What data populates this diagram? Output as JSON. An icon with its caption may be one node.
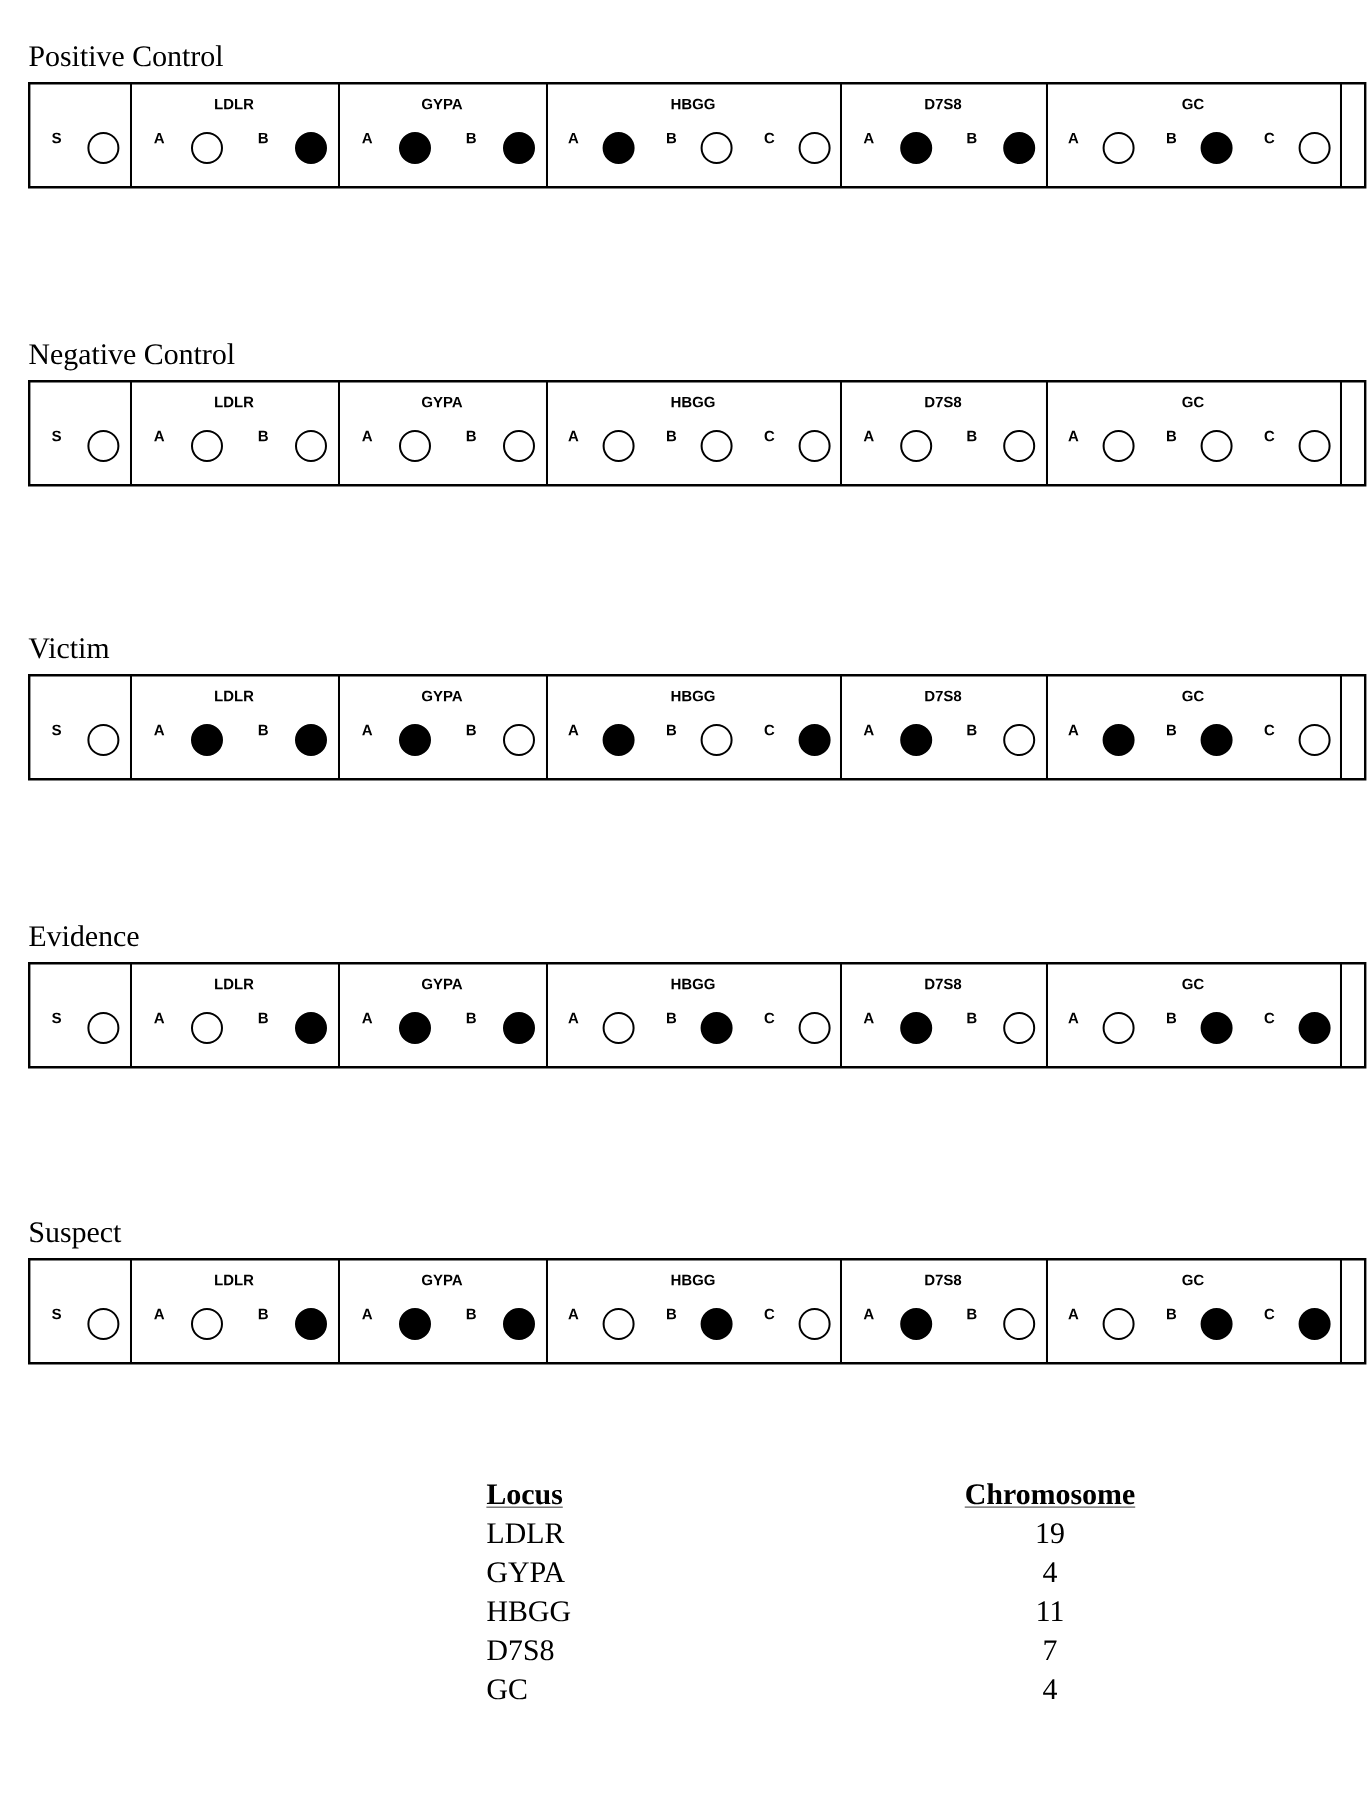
{
  "diagram": {
    "nodes": [
      {
        "text": [
          "Positive Control"
        ]
      },
      {
        "text": [
          "S"
        ],
        "in": 0
      },
      {
        "text": [],
        "shape": "circle",
        "in": 1
      },
      {
        "text": [
          "LDLR",
          "A",
          "B"
        ],
        "in": 0
      },
      {
        "text": [],
        "shape": "circle",
        "in": 3
      },
      {
        "text": [],
        "shape": "dot",
        "in": 3
      },
      {
        "text": [
          "GYPA",
          "A",
          "B"
        ],
        "in": 0
      },
      {
        "text": [],
        "shape": "dot",
        "in": 6
      },
      {
        "text": [],
        "shape": "dot",
        "in": 6
      },
      {
        "text": [
          "HBGG",
          "A",
          "B",
          "C"
        ],
        "in": 0
      },
      {
        "text": [],
        "shape": "dot",
        "in": 9
      },
      {
        "text": [],
        "shape": "circle",
        "in": 9
      },
      {
        "text": [],
        "shape": "circle",
        "in": 9
      },
      {
        "text": [
          "D7S8",
          "A",
          "B"
        ],
        "in": 0
      },
      {
        "text": [],
        "shape": "dot",
        "in": 13
      },
      {
        "text": [],
        "shape": "dot",
        "in": 13
      },
      {
        "text": [
          "GC",
          "A",
          "B",
          "C"
        ],
        "in": 0
      },
      {
        "text": [],
        "shape": "circle",
        "in": 16
      },
      {
        "text": [],
        "shape": "dot",
        "in": 16
      },
      {
        "text": [],
        "shape": "circle",
        "in": 16
      },
      {
        "text": [],
        "shape": "box",
        "in": 0
      },
      {
        "text": [
          "Negative Control"
        ]
      },
      {
        "text": [
          "S"
        ],
        "in": 21
      },
      {
        "text": [],
        "shape": "circle",
        "in": 22
      },
      {
        "text": [
          "LDLR",
          "A",
          "B"
        ],
        "in": 21
      },
      {
        "text": [],
        "shape": "circle",
        "in": 24
      },
      {
        "text": [],
        "shape": "circle",
        "in": 24
      },
      {
        "text": [
          "GYPA",
          "A",
          "B"
        ],
        "in": 21
      },
      {
        "text": [],
        "shape": "circle",
        "in": 27
      },
      {
        "text": [],
        "shape": "circle",
        "in": 27
      },
      {
        "text": [
          "HBGG",
          "A",
          "B",
          "C"
        ],
        "in": 21
      },
      {
        "text": [],
        "shape": "circle",
        "in": 30
      },
      {
        "text": [],
        "shape": "circle",
        "in": 30
      },
      {
        "text": [],
        "shape": "circle",
        "in": 30
      },
      {
        "text": [
          "D7S8",
          "A",
          "B"
        ],
        "in": 21
      },
      {
        "text": [],
        "shape": "circle",
        "in": 34
      },
      {
        "text": [],
        "shape": "circle",
        "in": 34
      },
      {
        "text": [
          "GC",
          "A",
          "B",
          "C"
        ],
        "in": 21
      },
      {
        "text": [],
        "shape": "circle",
        "in": 37
      },
      {
        "text": [],
        "shape": "circle",
        "in": 37
      },
      {
        "text": [],
        "shape": "circle",
        "in": 37
      },
      {
        "text": [],
        "shape": "box",
        "in": 21
      },
      {
        "text": [
          "Victim"
        ]
      },
      {
        "text": [
          "S"
        ],
        "in": 42
      },
      {
        "text": [],
        "shape": "circle",
        "in": 43
      },
      {
        "text": [
          "LDLR",
          "A",
          "B"
        ],
        "in": 42
      },
      {
        "text": [],
        "shape": "dot",
        "in": 45
      },
      {
        "text": [],
        "shape": "dot",
        "in": 45
      },
      {
        "text": [
          "GYPA",
          "A",
          "B"
        ],
        "in": 42
      },
      {
        "text": [],
        "shape": "dot",
        "in": 48
      },
      {
        "text": [],
        "shape": "circle",
        "in": 48
      },
      {
        "text": [
          "HBGG",
          "A",
          "B",
          "C"
        ],
        "in": 42
      },
      {
        "text": [],
        "shape": "dot",
        "in": 51
      },
      {
        "text": [],
        "shape": "circle",
        "in": 51
      },
      {
        "text": [],
        "shape": "dot",
        "in": 51
      },
      {
        "text": [
          "D7S8",
          "A",
          "B"
        ],
        "in": 42
      },
      {
        "text": [],
        "shape": "dot",
        "in": 55
      },
      {
        "text": [],
        "shape": "circle",
        "in": 55
      },
      {
        "text": [
          "GC",
          "A",
          "B",
          "C"
        ],
        "in": 42
      },
      {
        "text": [],
        "shape": "dot",
        "in": 58
      },
      {
        "text": [],
        "shape": "dot",
        "in": 58
      },
      {
        "text": [],
        "shape": "circle",
        "in": 58
      },
      {
        "text": [],
        "shape": "box",
        "in": 42
      },
      {
        "text": [
          "Evidence"
        ]
      },
      {
        "text": [
          "S"
        ],
        "in": 63
      },
      {
        "text": [],
        "shape": "circle",
        "in": 64
      },
      {
        "text": [
          "LDLR",
          "A",
          "B"
        ],
        "in": 63
      },
      {
        "text": [],
        "shape": "circle",
        "in": 66
      },
      {
        "text": [],
        "shape": "dot",
        "in": 66
      },
      {
        "text": [
          "GYPA",
          "A",
          "B"
        ],
        "in": 63
      },
      {
        "text": [],
        "shape": "dot",
        "in": 69
      },
      {
        "text": [],
        "shape": "dot",
        "in": 69
      },
      {
        "text": [
          "HBGG",
          "A",
          "B",
          "C"
        ],
        "in": 63
      },
      {
        "text": [],
        "shape": "circle",
        "in": 72
      },
      {
        "text": [],
        "shape": "dot",
        "in": 72
      },
      {
        "text": [],
        "shape": "circle",
        "in": 72
      },
      {
        "text": [
          "D7S8",
          "A",
          "B"
        ],
        "in": 63
      },
      {
        "text": [],
        "shape": "dot",
        "in": 76
      },
      {
        "text": [],
        "shape": "circle",
        "in": 76
      },
      {
        "text": [
          "GC",
          "A",
          "B",
          "C"
        ],
        "in": 63
      },
      {
        "text": [],
        "shape": "circle",
        "in": 79
      },
      {
        "text": [],
        "shape": "dot",
        "in": 79
      },
      {
        "text": [],
        "shape": "dot",
        "in": 79
      },
      {
        "text": [],
        "shape": "box",
        "in": 63
      },
      {
        "text": [
          "Suspect"
        ]
      },
      {
        "text": [
          "S"
        ],
        "in": 84
      },
      {
        "text": [],
        "shape": "circle",
        "in": 85
      },
      {
        "text": [
          "LDLR",
          "A",
          "B"
        ],
        "in": 84
      },
      {
        "text": [],
        "shape": "circle",
        "in": 87
      },
      {
        "text": [],
        "shape": "dot",
        "in": 87
      },
      {
        "text": [
          "GYPA",
          "A",
          "B"
        ],
        "in": 84
      },
      {
        "text": [],
        "shape": "dot",
        "in": 90
      },
      {
        "text": [],
        "shape": "dot",
        "in": 90
      },
      {
        "text": [
          "HBGG",
          "A",
          "B",
          "C"
        ],
        "in": 84
      },
      {
        "text": [],
        "shape": "circle",
        "in": 93
      },
      {
        "text": [],
        "shape": "dot",
        "in": 93
      },
      {
        "text": [],
        "shape": "circle",
        "in": 93
      },
      {
        "text": [
          "D7S8",
          "A",
          "B"
        ],
        "in": 84
      },
      {
        "text": [],
        "shape": "dot",
        "in": 97
      },
      {
        "text": [],
        "shape": "circle",
        "in": 97
      },
      {
        "text": [
          "GC",
          "A",
          "B",
          "C"
        ],
        "in": 84
      },
      {
        "text": [],
        "shape": "circle",
        "in": 100
      },
      {
        "text": [],
        "shape": "dot",
        "in": 100
      },
      {
        "text": [],
        "shape": "dot",
        "in": 100
      },
      {
        "text": [],
        "shape": "box",
        "in": 84
      }
    ],
    "labels": [
      "Locus",
      "Chromosome",
      "LDLR",
      "19",
      "GYPA",
      "4",
      "HBGG",
      "11",
      "D7S8",
      "7",
      "GC",
      "4"
    ]
  }
}
